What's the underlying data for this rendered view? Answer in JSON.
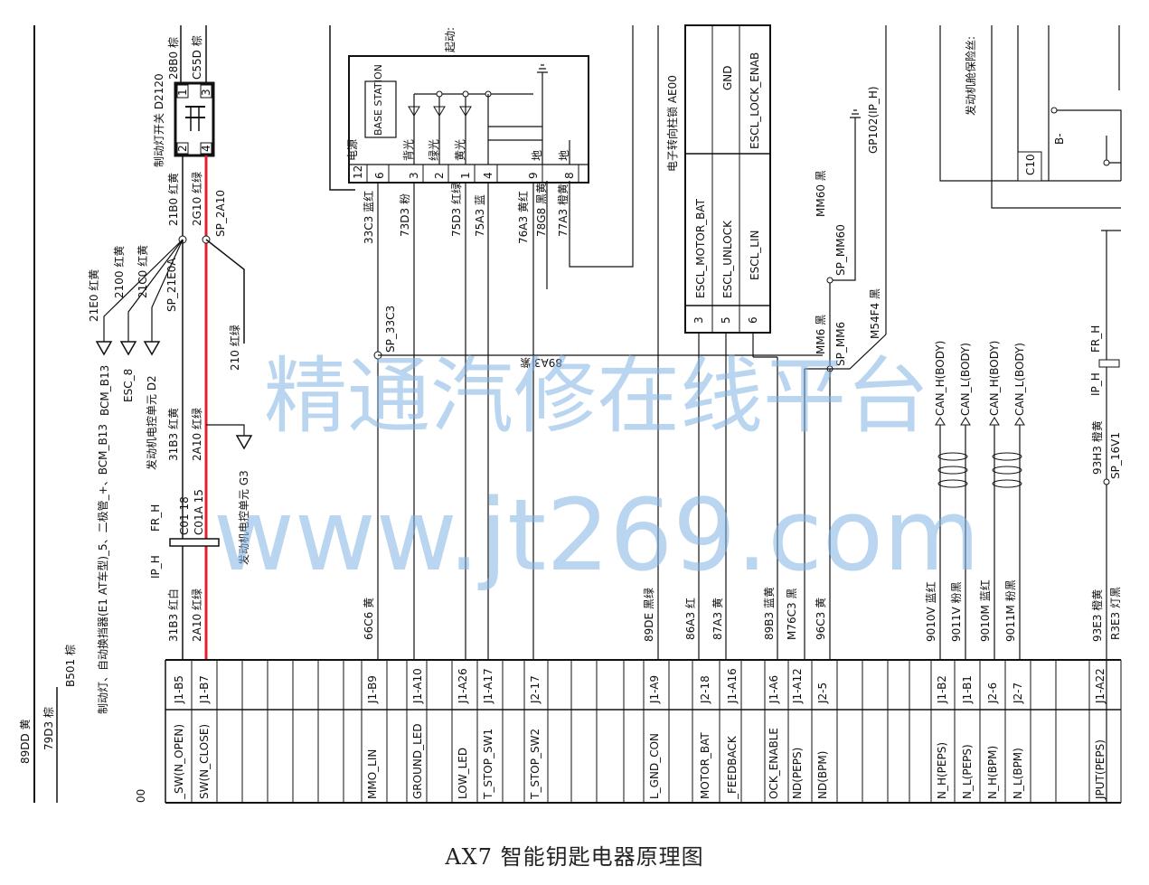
{
  "caption": "AX7 智能钥匙电器原理图",
  "watermark": {
    "line1": "精通汽修在线平台",
    "line2": "www.jt269.com"
  },
  "colors": {
    "highlight_wire": "#e0202a",
    "line": "#111111",
    "watermark": "#7fb2e3"
  },
  "left_labels": {
    "ground_89dd": "89DD 黄",
    "ground_79d3": "79D3 棕",
    "b501": "B501 棕",
    "module_title": "制动灯、自动换挡器(E1 AT车型)_5、二极管_+、BCM_B13",
    "zero": "00"
  },
  "brake_switch": {
    "title": "制动灯开关 D2120",
    "pin_labels": [
      "1",
      "3",
      "2",
      "4"
    ],
    "wire_28b0": "28B0 棕",
    "wire_c55d": "C55D 棕",
    "wire_21b0": "21B0 红黄",
    "wire_2g10": "2G10 红绿",
    "splice_2a10": "SP_2A10",
    "splice_21e0a": "SP_21E0A",
    "branch_21e0": "21E0 红黄",
    "branch_2100": "2100 红黄",
    "branch_21c0": "21C0 红黄",
    "dest_bcm": "BCM_B13",
    "dest_esc": "ESC_8",
    "dest_ecu": "发动机电控单元 D2",
    "wire_210": "210 红绿",
    "wire_31b3_top": "31B3 红黄",
    "wire_2a10_top": "2A10 红绿",
    "dest_g3": "发动机电控单元 G3",
    "ip_h": "IP_H",
    "fr_h": "FR_H",
    "c01_18": "C01 18",
    "c01a_15": "C01A 15",
    "wire_31b3_bot": "31B3 红白",
    "wire_2a10_bot": "2A10 红绿"
  },
  "base_station": {
    "title": "BASE STATION",
    "pin_labels": [
      "12",
      "6",
      "3",
      "2",
      "1",
      "4",
      "9",
      "8"
    ],
    "pin_names": [
      "电源",
      "背光",
      "绿光",
      "黄光",
      "地",
      "地"
    ],
    "side_title": "起动:",
    "wire_33c3": "33C3 蓝红",
    "wire_73d3": "73D3 粉",
    "wire_75d3": "75D3 红绿",
    "wire_75a3": "75A3 蓝",
    "wire_76a3": "76A3 黄红",
    "wire_78g8": "78G8 黑黄",
    "wire_77a3": "77A3 橙黄",
    "splice_33c3": "SP_33C3",
    "wire_89a3": "89A3 紫",
    "wire_66c6": "66C6 黄",
    "wire_89de": "89DE 黑绿"
  },
  "escl": {
    "title": "电子转向柱锁 AE00",
    "signals": [
      "ESCL_MOTOR_BAT",
      "ESCL_UNLOCK",
      "ESCL_LIN",
      "GND",
      "ESCL_LOCK_ENAB"
    ],
    "pins": [
      "3",
      "5",
      "6"
    ],
    "ground": "GP102(IP_H)",
    "wire_mm60": "MM60 黑",
    "splice_mm60": "SP_MM60",
    "wire_mm6": "MM6 黑",
    "splice_mm6": "SP_MM6",
    "wire_m54f4": "M54F4 黑",
    "wire_86a3": "86A3 红",
    "wire_87a3": "87A3 黄",
    "wire_89b3": "89B3 蓝黄",
    "wire_m76c3": "M76C3 黑",
    "wire_96c3": "96C3 黄"
  },
  "can": {
    "labels": [
      "CAN_H(BODY)",
      "CAN_L(BODY)",
      "CAN_H(BODY)",
      "CAN_L(BODY)"
    ],
    "wires": [
      "9010V 蓝红",
      "9011V 粉黑",
      "9010M 蓝红",
      "9011M 粉黑"
    ]
  },
  "right": {
    "fuse_title": "发动机舱保险丝:",
    "b_minus": "B-",
    "c10": "C10",
    "ip_h": "IP_H",
    "fr_h": "FR_H",
    "wire_93h3": "93H3 橙黄",
    "sp_16v1": "SP_16V1",
    "wire_93e3": "93E3 橙黄",
    "wire_r3e3": "R3E3 灯黑"
  },
  "connector_pins": [
    "J1-B5",
    "J1-B7",
    "J1-B9",
    "J1-A10",
    "J1-A26",
    "J1-A17",
    "J2-17",
    "J1-A9",
    "J2-18",
    "J1-A16",
    "J1-A6",
    "J1-A12",
    "J2-5",
    "J1-B2",
    "J1-B1",
    "J2-6",
    "J2-7",
    "J1-A22"
  ],
  "connector_signals": [
    "_SW(N_OPEN)",
    "SW(N_CLOSE)",
    "MMO_LIN",
    "GROUND_LED",
    "LOW_LED",
    "T_STOP_SW1",
    "T_STOP_SW2",
    "L_GND_CON",
    "MOTOR_BAT",
    "_FEEDBACK",
    "OCK_ENABLE",
    "ND(PEPS)",
    "ND(BPM)",
    "N_H(PEPS)",
    "N_L(PEPS)",
    "N_H(BPM)",
    "N_L(BPM)",
    "JPUT(PEPS)"
  ]
}
